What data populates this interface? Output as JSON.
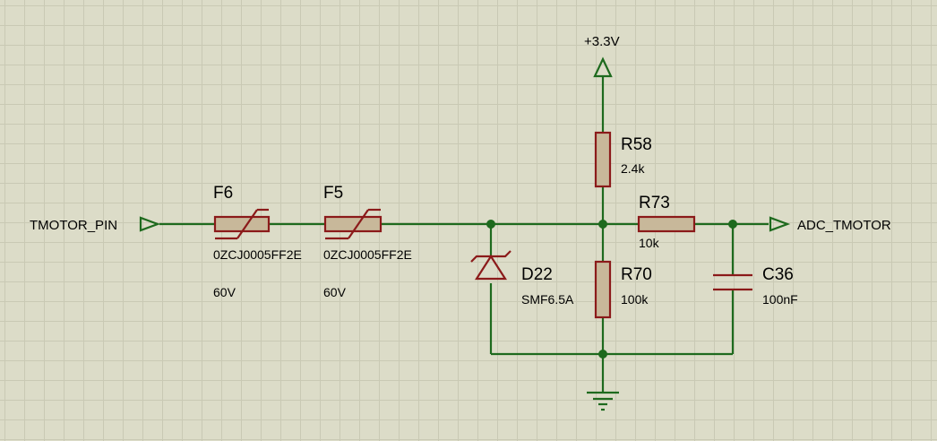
{
  "nets": {
    "input_label": "TMOTOR_PIN",
    "output_label": "ADC_TMOTOR",
    "supply_label": "+3.3V"
  },
  "components": {
    "F6": {
      "ref": "F6",
      "part": "0ZCJ0005FF2E",
      "rating": "60V"
    },
    "F5": {
      "ref": "F5",
      "part": "0ZCJ0005FF2E",
      "rating": "60V"
    },
    "D22": {
      "ref": "D22",
      "part": "SMF6.5A"
    },
    "R58": {
      "ref": "R58",
      "value": "2.4k"
    },
    "R70": {
      "ref": "R70",
      "value": "100k"
    },
    "R73": {
      "ref": "R73",
      "value": "10k"
    },
    "C36": {
      "ref": "C36",
      "value": "100nF"
    }
  },
  "colors": {
    "wire": "#1e6a1e",
    "component": "#8b1a1a",
    "component_fill": "#c8b89a",
    "background": "#dcdcc8",
    "grid": "#c9c9b4"
  }
}
